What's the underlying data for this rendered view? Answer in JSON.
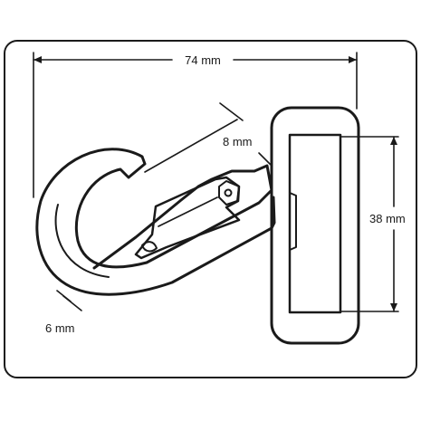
{
  "diagram": {
    "subject": "snap hook",
    "dimensions": {
      "overall_length": "74 mm",
      "gate_opening": "8 mm",
      "strap_width": "38 mm",
      "wire_thickness": "6 mm"
    }
  }
}
